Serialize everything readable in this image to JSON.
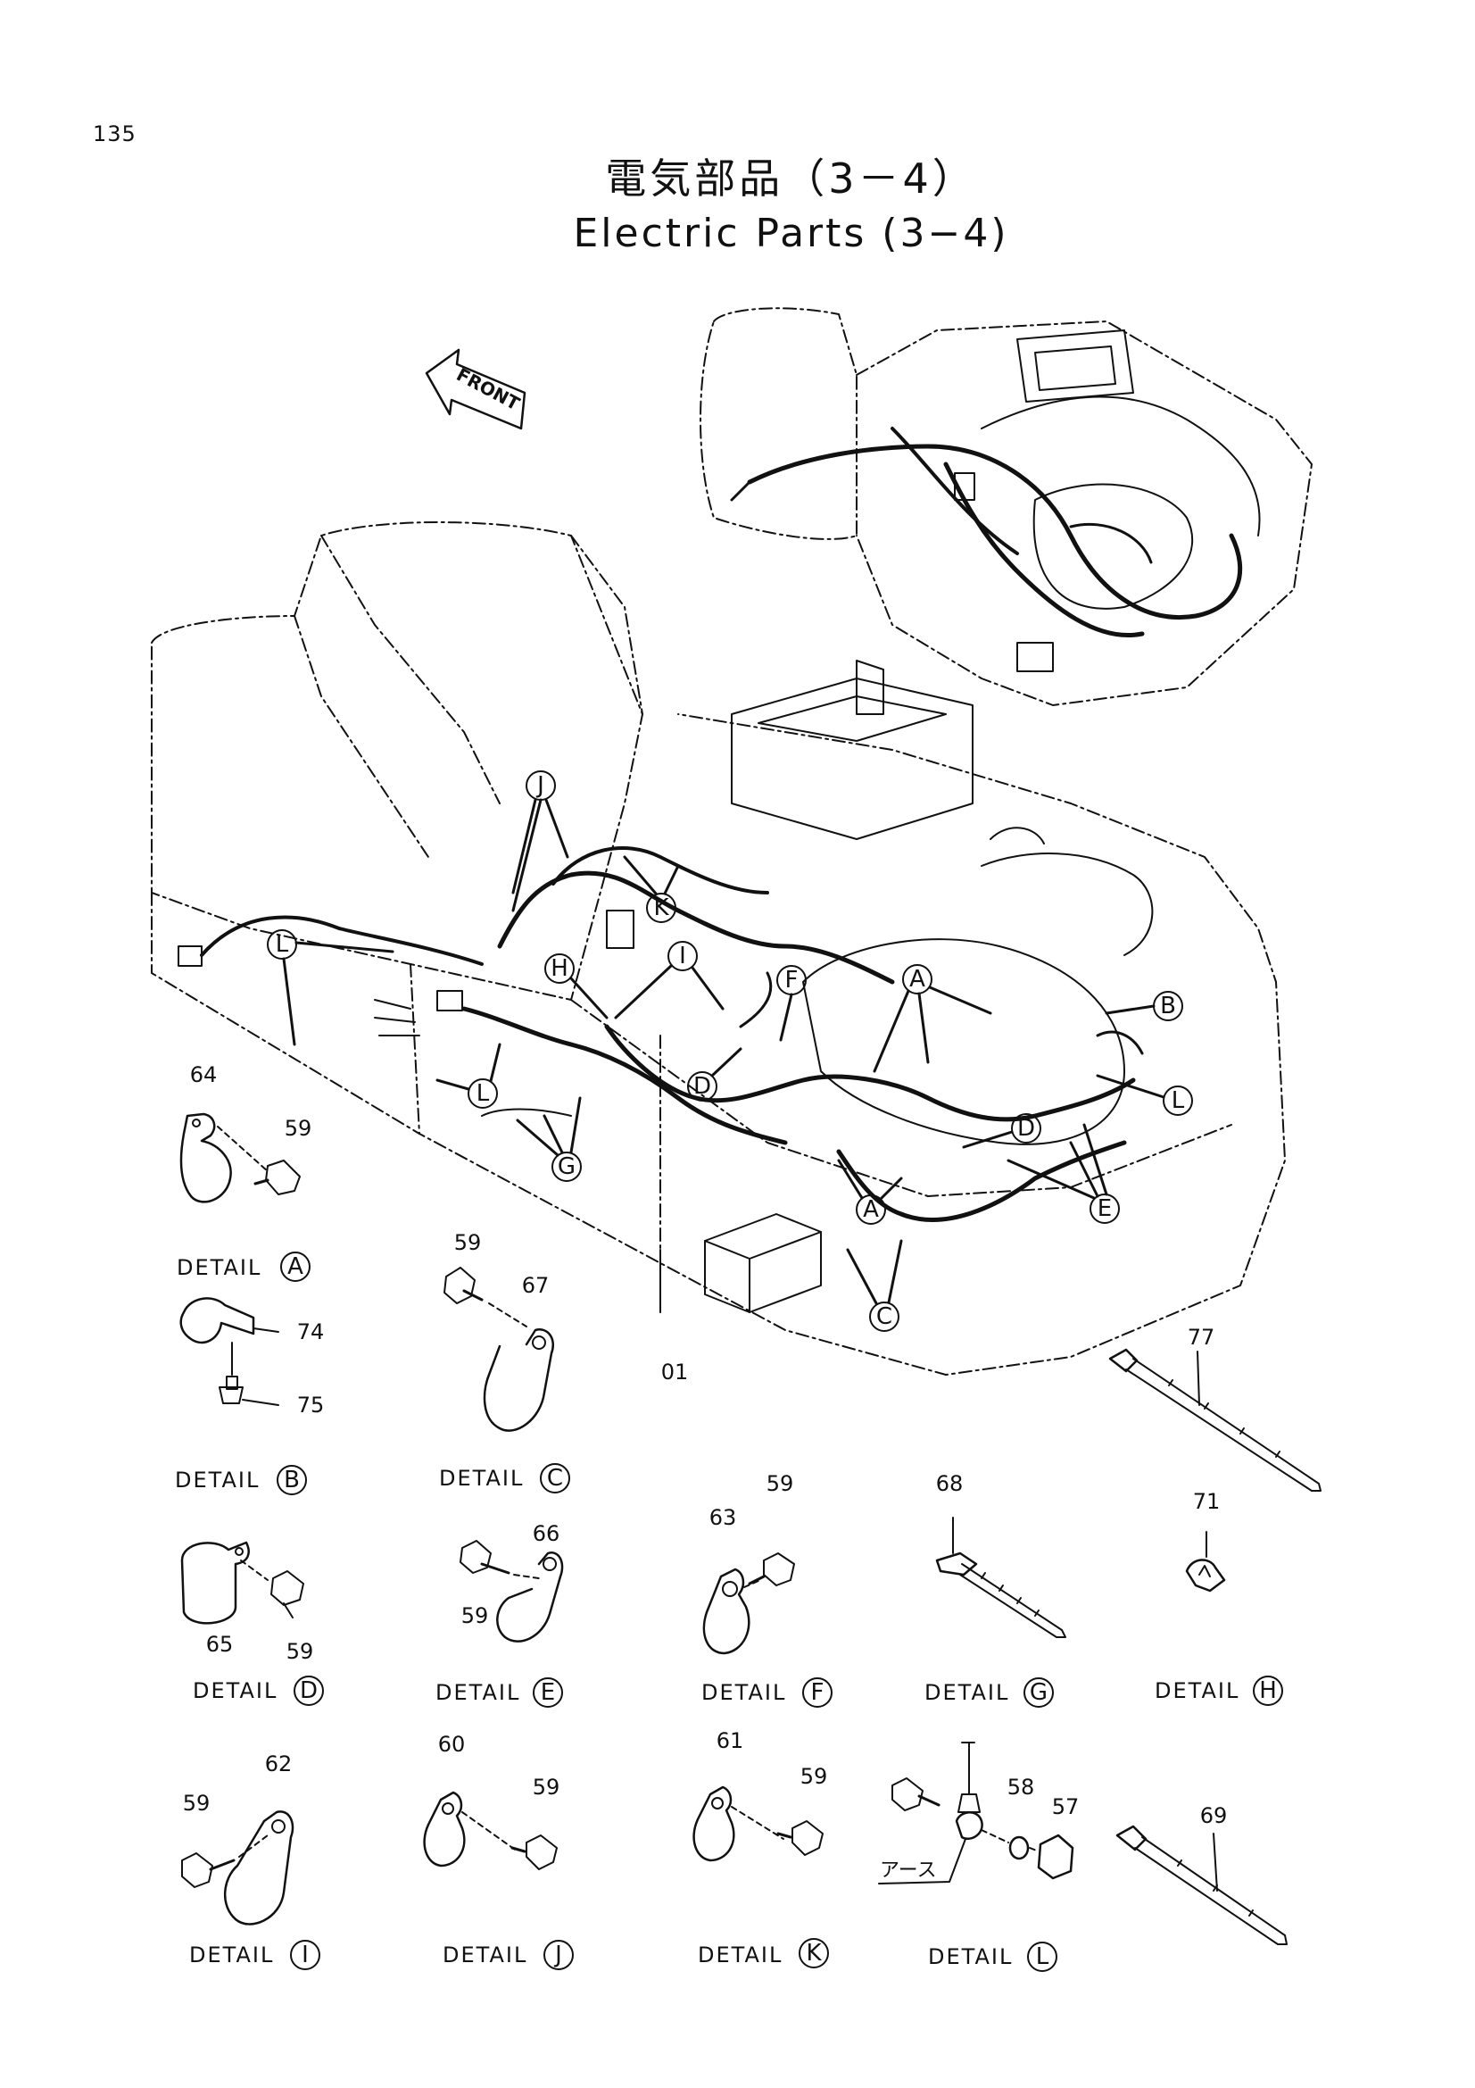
{
  "page_number": "135",
  "title_jp": "電気部品（3－4）",
  "title_en": "Electric Parts (3−4)",
  "front_label": "FRONT",
  "harness_part": "01",
  "earth_label": "アース",
  "detail_word": "DETAIL",
  "callout_letters": {
    "a": "A",
    "b": "B",
    "c": "C",
    "d": "D",
    "e": "E",
    "f": "F",
    "g": "G",
    "h": "H",
    "i": "I",
    "j": "J",
    "k": "K",
    "l": "L"
  },
  "details": [
    {
      "id": "A",
      "parts": [
        "64",
        "59"
      ]
    },
    {
      "id": "B",
      "parts": [
        "74",
        "75"
      ]
    },
    {
      "id": "C",
      "parts": [
        "59",
        "67"
      ]
    },
    {
      "id": "D",
      "parts": [
        "65",
        "59"
      ]
    },
    {
      "id": "E",
      "parts": [
        "66",
        "59"
      ]
    },
    {
      "id": "F",
      "parts": [
        "63",
        "59"
      ]
    },
    {
      "id": "G",
      "parts": [
        "68"
      ]
    },
    {
      "id": "H",
      "parts": [
        "71"
      ]
    },
    {
      "id": "I",
      "parts": [
        "59",
        "62"
      ]
    },
    {
      "id": "J",
      "parts": [
        "60",
        "59"
      ]
    },
    {
      "id": "K",
      "parts": [
        "61",
        "59"
      ]
    },
    {
      "id": "L",
      "parts": [
        "58",
        "57"
      ]
    }
  ],
  "loose_parts": {
    "p77": "77",
    "p69": "69"
  }
}
